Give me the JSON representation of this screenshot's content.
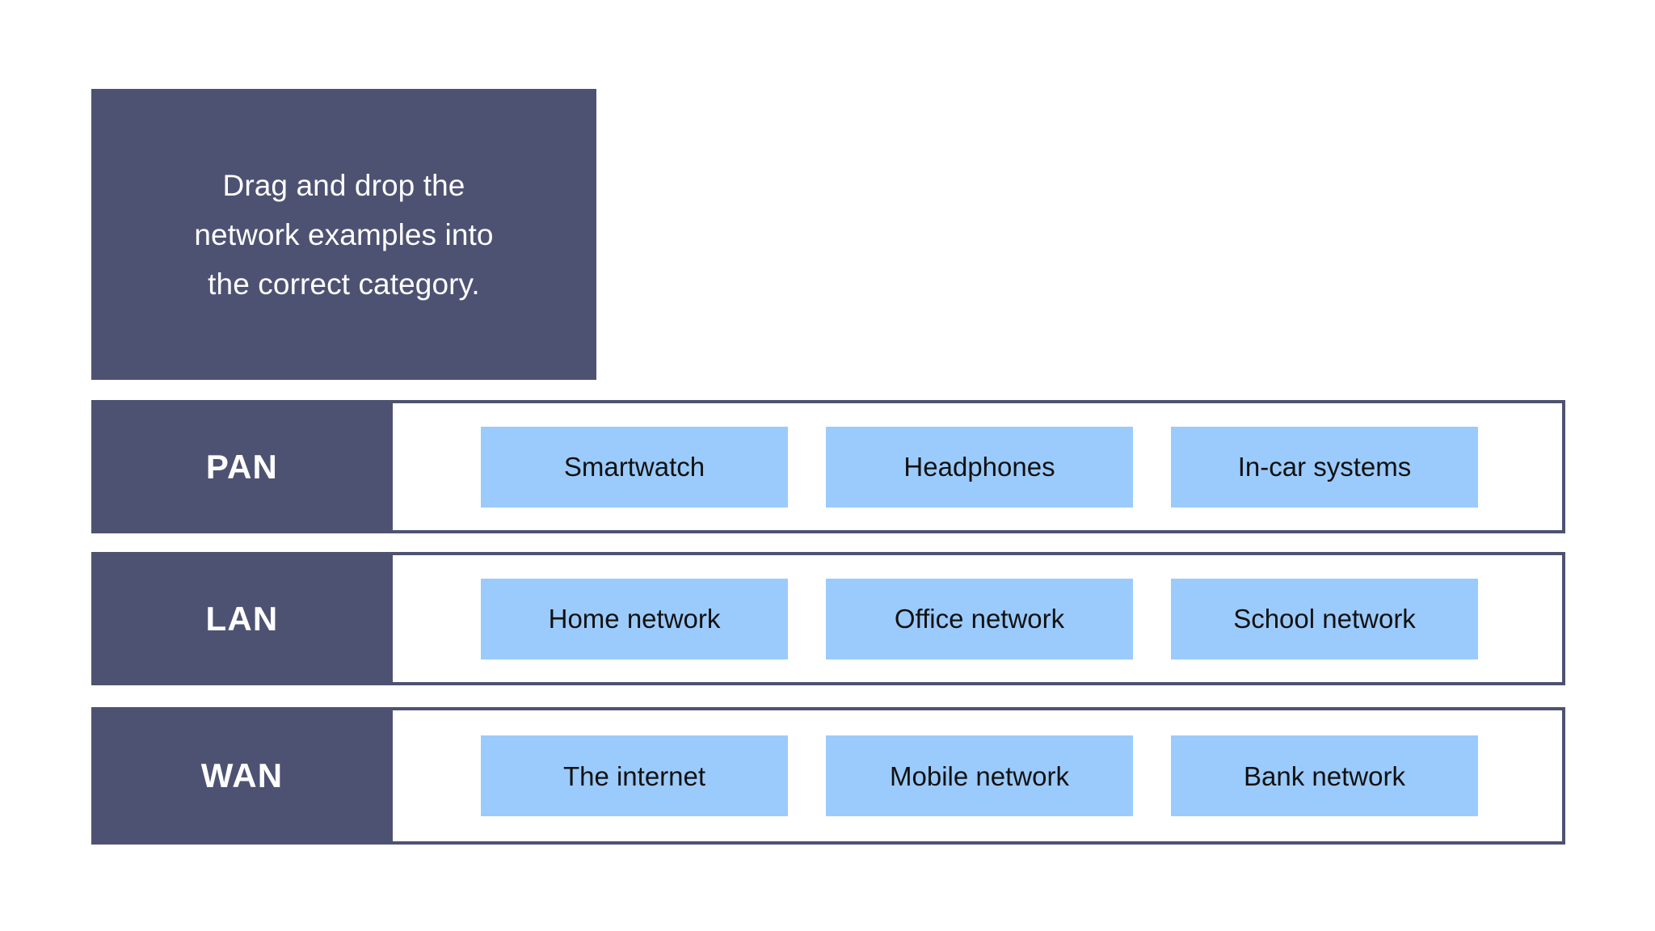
{
  "instruction": {
    "text": "Drag and drop the\nnetwork examples into\nthe correct category."
  },
  "colors": {
    "panel_navy": "#4E5272",
    "chip_blue": "#9BCBFC",
    "page_background": "#FFFFFF",
    "label_text": "#FFFFFF",
    "chip_text": "#111111"
  },
  "categories": [
    {
      "label": "PAN",
      "items": [
        {
          "label": "Smartwatch"
        },
        {
          "label": "Headphones"
        },
        {
          "label": "In-car systems"
        }
      ]
    },
    {
      "label": "LAN",
      "items": [
        {
          "label": "Home network"
        },
        {
          "label": "Office network"
        },
        {
          "label": "School network"
        }
      ]
    },
    {
      "label": "WAN",
      "items": [
        {
          "label": "The internet"
        },
        {
          "label": "Mobile network"
        },
        {
          "label": "Bank network"
        }
      ]
    }
  ]
}
